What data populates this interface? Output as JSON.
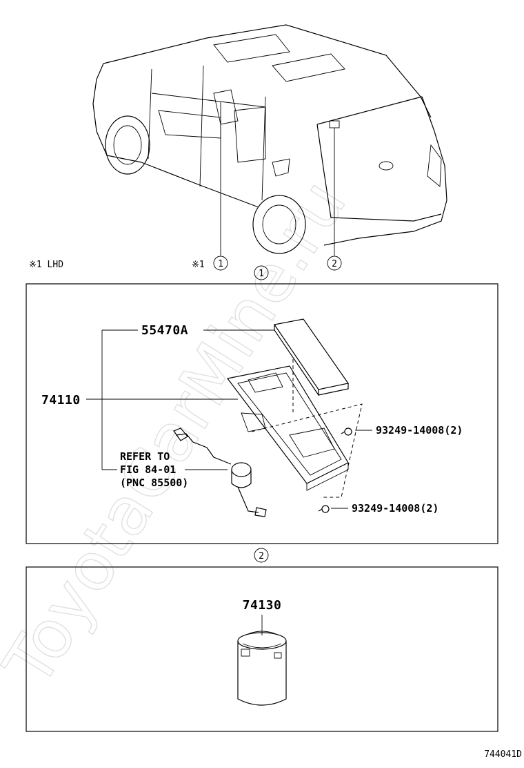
{
  "callouts": {
    "note_lhd": "※1 LHD",
    "ref_mark_1": "※1",
    "circle_1": "1",
    "circle_2": "2",
    "section1_header": "1",
    "section2_header": "2"
  },
  "section1": {
    "part_55470A": "55470A",
    "part_74110": "74110",
    "refer_line1": "REFER TO",
    "refer_line2": "FIG 84-01",
    "refer_line3": "(PNC 85500)",
    "screw_upper": "93249-14008(2)",
    "screw_lower": "93249-14008(2)"
  },
  "section2": {
    "part_74130": "74130"
  },
  "footer": {
    "figure_code": "744041D"
  },
  "watermark": "ToyotaCarMine.ru"
}
